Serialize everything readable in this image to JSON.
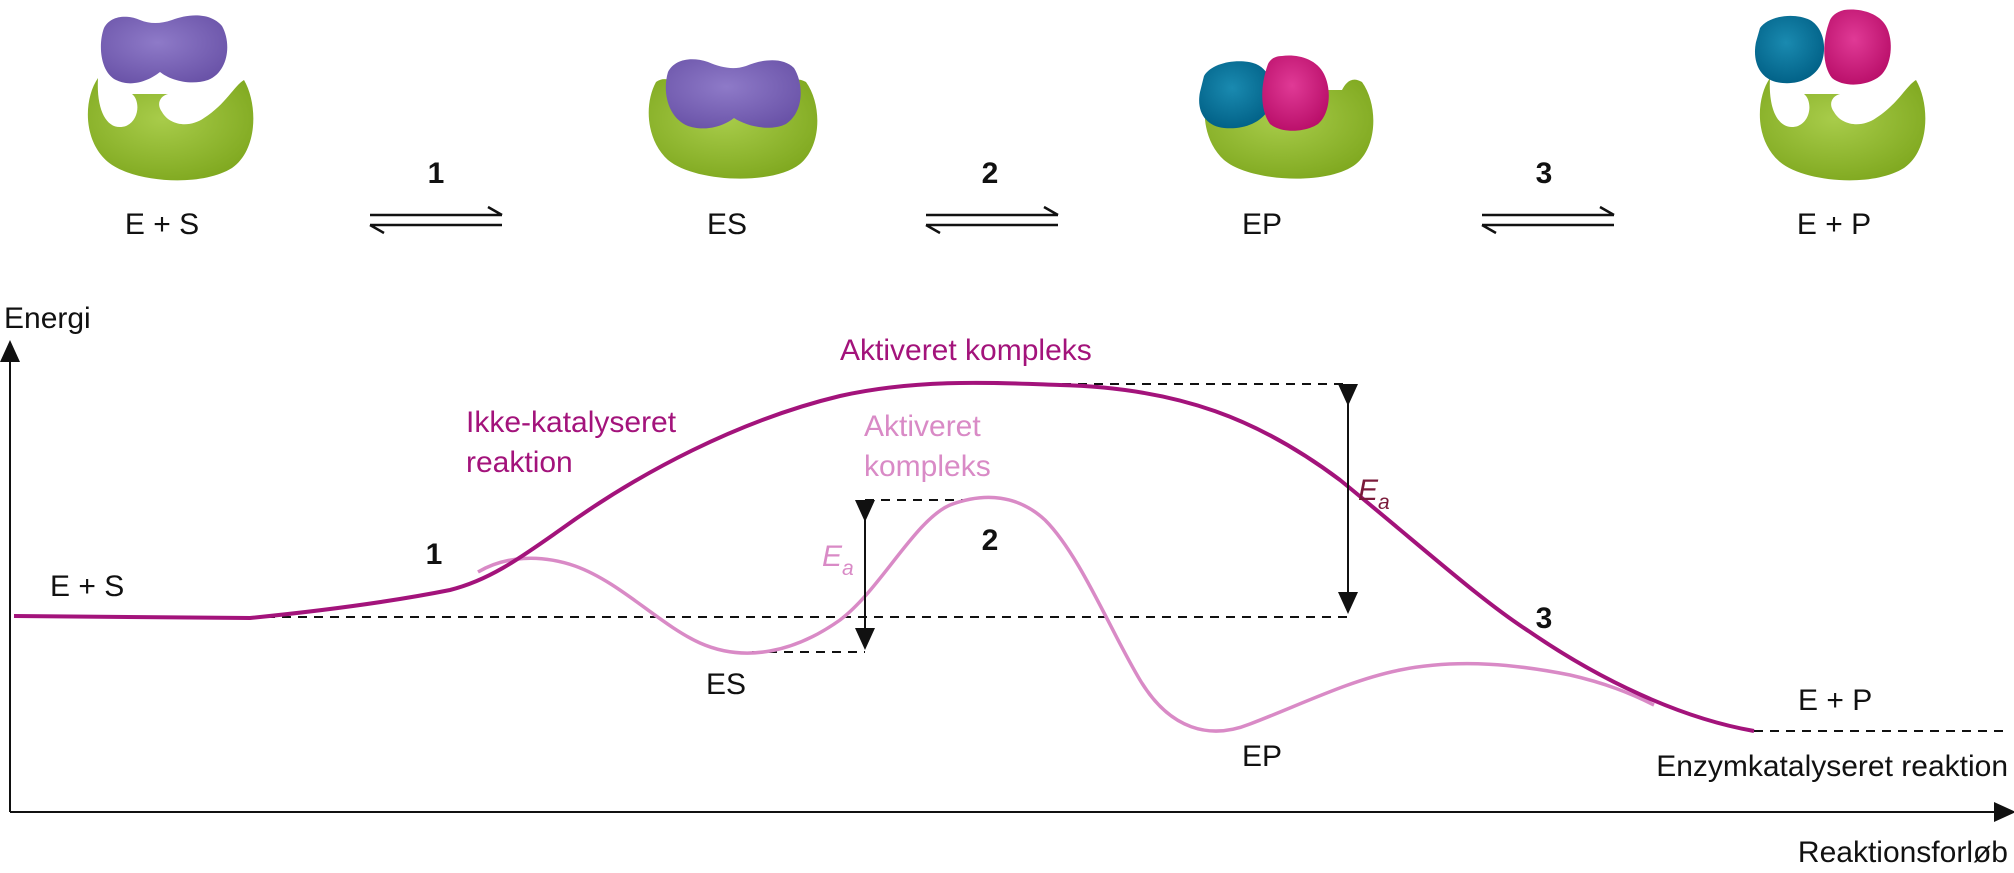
{
  "stages": [
    {
      "label": "E + S"
    },
    {
      "label": "ES"
    },
    {
      "label": "EP"
    },
    {
      "label": "E + P"
    }
  ],
  "steps": [
    "1",
    "2",
    "3"
  ],
  "axes": {
    "y_label": "Energi",
    "x_label": "Reaktionsforløb"
  },
  "curves": {
    "uncatalyzed_label_line1": "Ikke-katalyseret",
    "uncatalyzed_label_line2": "reaktion",
    "uncatalyzed_complex": "Aktiveret kompleks",
    "catalyzed_complex_line1": "Aktiveret",
    "catalyzed_complex_line2": "kompleks",
    "catalyzed_label": "Enzymkatalyseret reaktion"
  },
  "activation_energy": {
    "symbol": "E",
    "subscript": "a"
  },
  "states": {
    "start": "E + S",
    "es": "ES",
    "ep": "EP",
    "end": "E + P"
  },
  "colors": {
    "uncatalyzed": "#a3137b",
    "catalyzed": "#d98ac6",
    "enzyme": "#8fba2a",
    "substrate": "#7b63b8",
    "product_blue": "#00739c",
    "product_pink": "#d0147a"
  }
}
